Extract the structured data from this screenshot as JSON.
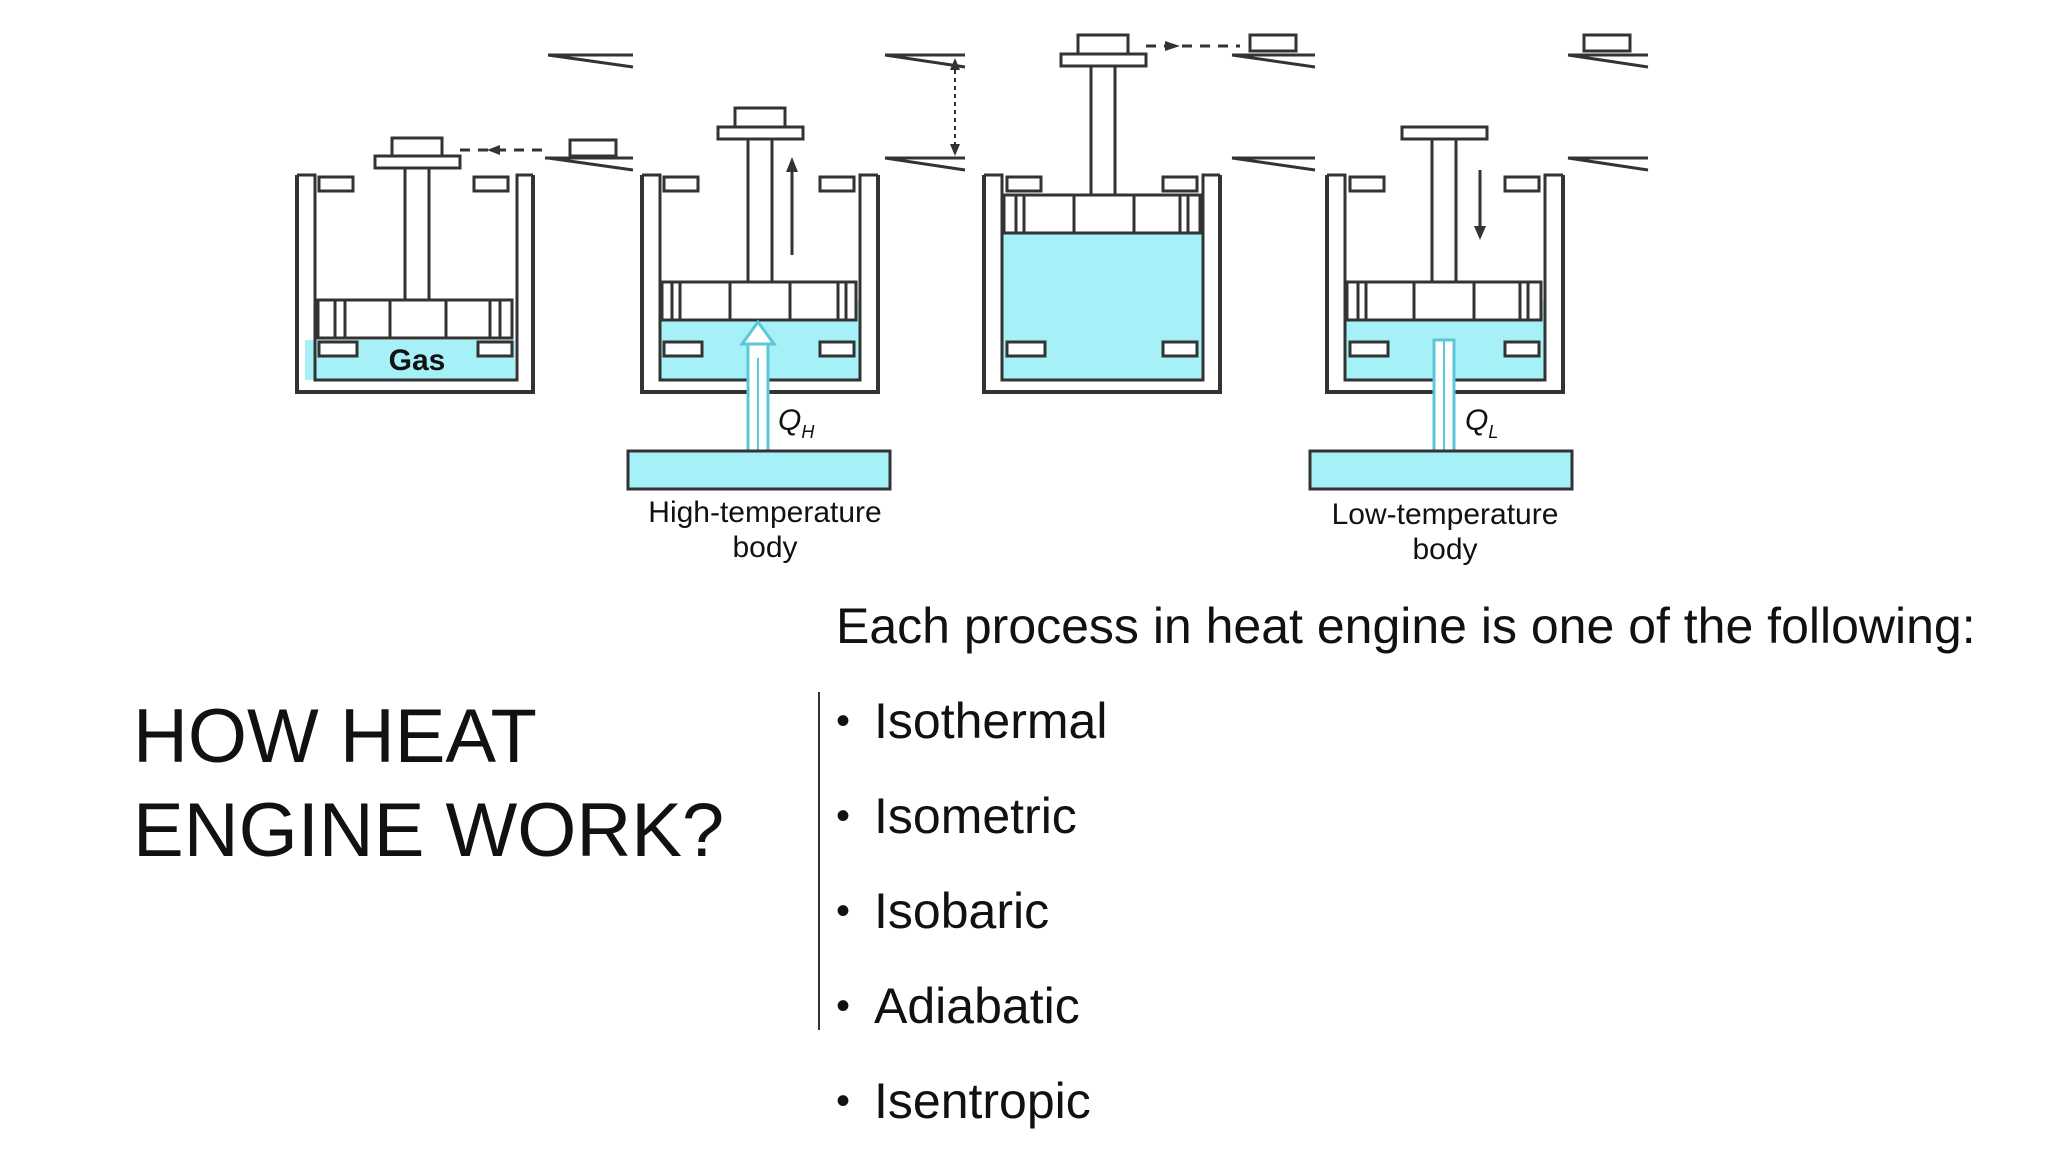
{
  "diagram": {
    "gas_label": "Gas",
    "heat_in_label": "Q",
    "heat_in_subscript": "H",
    "heat_out_label": "Q",
    "heat_out_subscript": "L",
    "hot_body_line1": "High-temperature",
    "hot_body_line2": "body",
    "cold_body_line1": "Low-temperature",
    "cold_body_line2": "body",
    "gas_color": "#a6f0f7",
    "arrow_color": "#5ac8d8"
  },
  "slide": {
    "title_line1": "HOW HEAT",
    "title_line2": "ENGINE WORK?",
    "intro": "Each process in heat engine is one of the following:",
    "bullets": [
      "Isothermal",
      "Isometric",
      "Isobaric",
      "Adiabatic",
      "Isentropic"
    ]
  }
}
